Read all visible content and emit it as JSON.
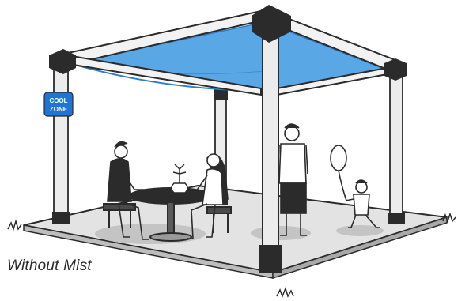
{
  "caption": "Without Mist",
  "sign": {
    "line1": "COOL",
    "line2": "ZONE"
  },
  "colors": {
    "canopy": "#5aa7e6",
    "canopy_dark": "#2f7fc8",
    "sign": "#1f74d6",
    "post": "#2b2b2b",
    "floor": "#dadada"
  }
}
